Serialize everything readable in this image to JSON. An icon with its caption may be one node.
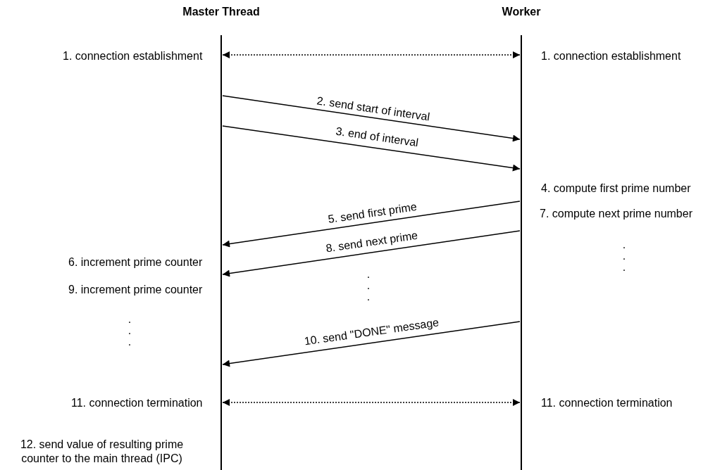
{
  "diagram": {
    "nodes": [
      {
        "text": [
          "Master Thread"
        ]
      },
      {
        "text": [
          "Worker"
        ]
      }
    ],
    "edges": [
      {
        "from": 0,
        "to": 1,
        "arrow": "both",
        "style": "dashed"
      },
      {
        "from": 0,
        "to": 1,
        "arrow": "to",
        "label": "2. send start of interval"
      },
      {
        "from": 0,
        "to": 1,
        "arrow": "to",
        "label": "3. end of interval"
      },
      {
        "from": 1,
        "to": 0,
        "arrow": "to",
        "label": "5. send first prime"
      },
      {
        "from": 1,
        "to": 0,
        "arrow": "to",
        "label": "8. send next prime"
      },
      {
        "from": 1,
        "to": 0,
        "arrow": "to",
        "label": "10. send \"DONE\" message"
      },
      {
        "from": 0,
        "to": 1,
        "arrow": "both",
        "style": "dashed"
      }
    ],
    "labels": [
      "1. connection establishment",
      "1. connection establishment",
      "4. compute first prime number",
      "7. compute next prime number",
      ". . .",
      "6. increment prime counter",
      ". . .",
      "9. increment prime counter",
      ". . .",
      "11. connection termination",
      "11. connection termination",
      "12. send value of resulting prime counter to the main thread (IPC)"
    ]
  }
}
